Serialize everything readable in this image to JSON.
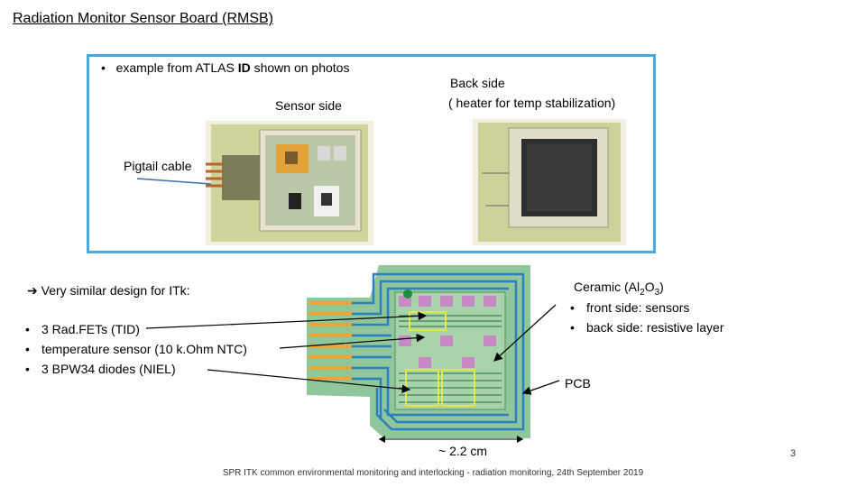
{
  "title": "Radiation Monitor Sensor Board (RMSB)",
  "photos_box": {
    "bullet_prefix": "example from ATLAS ",
    "bullet_bold": "ID",
    "bullet_suffix": " shown on photos",
    "sensor_side_label": "Sensor side",
    "back_side_label_line1": "Back side",
    "back_side_label_line2": "( heater for temp stabilization)",
    "pigtail_label": "Pigtail cable"
  },
  "itk": {
    "heading": "Very similar design for ITk:",
    "items": [
      "3 Rad.FETs (TID)",
      "temperature sensor (10 k.Ohm NTC)",
      "3 BPW34 diodes (NIEL)"
    ]
  },
  "ceramic": {
    "title_prefix": "Ceramic (Al",
    "sub1": "2",
    "mid": "O",
    "sub2": "3",
    "title_suffix": ")",
    "items": [
      "front side: sensors",
      "back side: resistive layer"
    ]
  },
  "pcb_label": "PCB",
  "dimension_label": "~ 2.2 cm",
  "footer": "SPR ITK common environmental monitoring and interlocking - radiation monitoring, 24th September 2019",
  "page_number": "3",
  "colors": {
    "frame": "#4aa8dc",
    "pcb_green": "#8fc79a",
    "trace_blue": "#2b7fc2",
    "pad_pink": "#c88ac6",
    "ceramic_yellow": "#e4e64a"
  }
}
